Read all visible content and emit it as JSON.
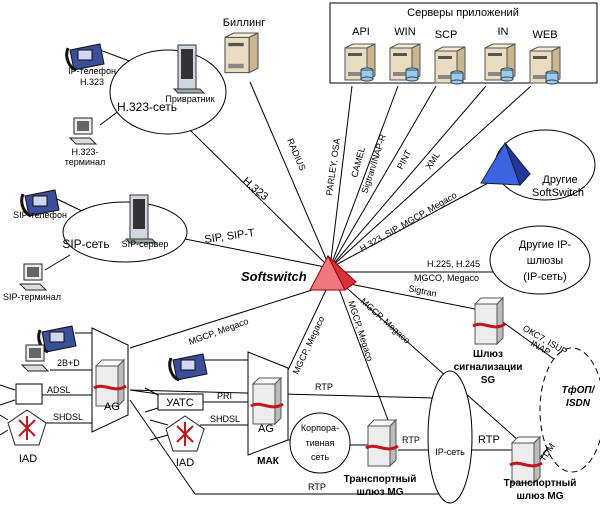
{
  "center": {
    "label": "Softswitch"
  },
  "billing": {
    "label": "Биллинг"
  },
  "app_servers": {
    "title": "Серверы приложений",
    "servers": [
      "API",
      "WIN",
      "SCP",
      "IN",
      "WEB"
    ]
  },
  "h323_network": {
    "label": "H.323-сеть",
    "gatekeeper": "Привратник",
    "phone_line1": "IP-телефон",
    "phone_line2": "H.323",
    "terminal_line1": "H.323-",
    "terminal_line2": "терминал"
  },
  "sip_network": {
    "label": "SIP-сеть",
    "server": "SIP-сервер",
    "phone": "SIP-телефон",
    "terminal": "SIP-терминал"
  },
  "other_softswitch": {
    "line1": "Другие",
    "line2": "SoftSwitch"
  },
  "other_gateways": {
    "line1": "Другие IP-",
    "line2": "шлюзы",
    "line3": "(IP-сеть)"
  },
  "protocols": {
    "radius": "RADIUS",
    "parley": "PARLEY, OSA",
    "camel": "CAMEL",
    "sigtran_inap": "Sigtran/INAP-R",
    "pint": "PINT",
    "xml": "XML",
    "h323_sip": "H.323, SIP, MGCP, Megaco",
    "h225": "H.225, H.245",
    "mgco": "MGCO, Megaco",
    "sigtran": "Sigtran",
    "h323": "H.323",
    "sip": "SIP, SIP-T",
    "mgcp_ag": "MGCP, Megaco",
    "mgcp_mak": "MGCP, Megaco",
    "mgcp_mg1": "MGCP, Megaco",
    "mgcp_mg2": "MGCP, Megaco",
    "okc7": "ОКС7, ISUP",
    "inap": "INAP",
    "tdm": "TDM",
    "rtp1": "RTP",
    "rtp2": "RTP",
    "rtp3": "RTP",
    "rtp4": "RTP"
  },
  "sg": {
    "line1": "Шлюз",
    "line2": "сигнализации",
    "line3": "SG"
  },
  "pstn": {
    "line1": "ТфОП/",
    "line2": "ISDN"
  },
  "ip_network": {
    "label": "IP-сеть"
  },
  "corporate": {
    "line1": "Корпора-",
    "line2": "тивная",
    "line3": "сеть"
  },
  "mg1": {
    "line1": "Транспортный",
    "line2": "шлюз MG"
  },
  "mg2": {
    "line1": "Транспортный",
    "line2": "шлюз MG"
  },
  "ag1": {
    "label": "AG",
    "isdn": "2B+D",
    "adsl": "ADSL",
    "shdsl": "SHDSL",
    "iad": "IAD"
  },
  "mak": {
    "label": "AG",
    "name": "МАК",
    "uats": "УАТС",
    "pri": "PRI",
    "shdsl": "SHDSL",
    "iad": "IAD"
  },
  "colors": {
    "softswitch": "#e8525a",
    "other_softswitch": "#2b4fc8",
    "server": "#e9dcc0",
    "gateway": "#d8d8d8",
    "accent_red": "#c0161c"
  }
}
